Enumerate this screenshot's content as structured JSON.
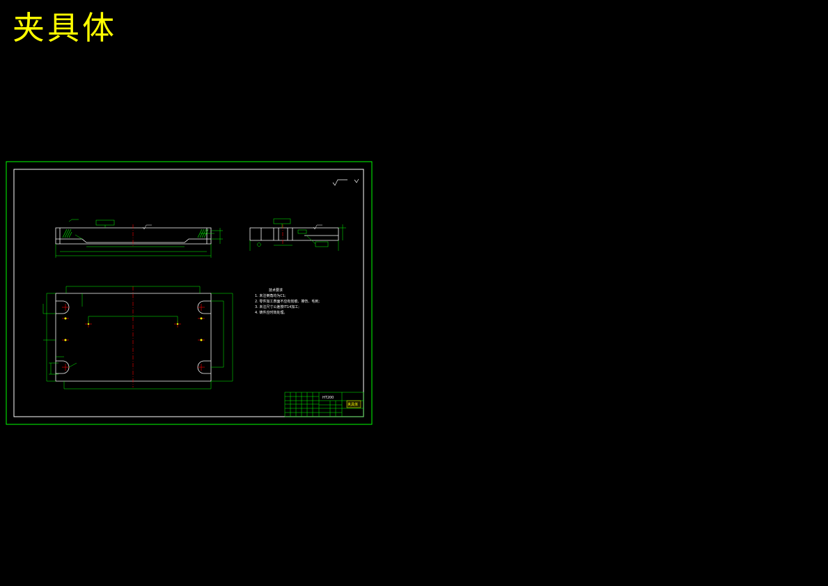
{
  "title": "夹具体",
  "colors": {
    "background": "#000000",
    "title": "#ffff00",
    "frame": "#00ff00",
    "geometry": "#ffffff",
    "center_lines": "#ff0000",
    "dimension": "#00ff00"
  },
  "roughness_symbol": "√",
  "tech_requirements": {
    "heading": "技术要求",
    "items": [
      "1. 未注倒角均为C1;",
      "2. 零件加工表面不应有划痕、擦伤、毛刺;",
      "3. 未注尺寸公差按IT14加工;",
      "4. 铸件应时效处理。"
    ]
  },
  "title_block": {
    "material": "HT200",
    "part_name": "夹具体"
  }
}
